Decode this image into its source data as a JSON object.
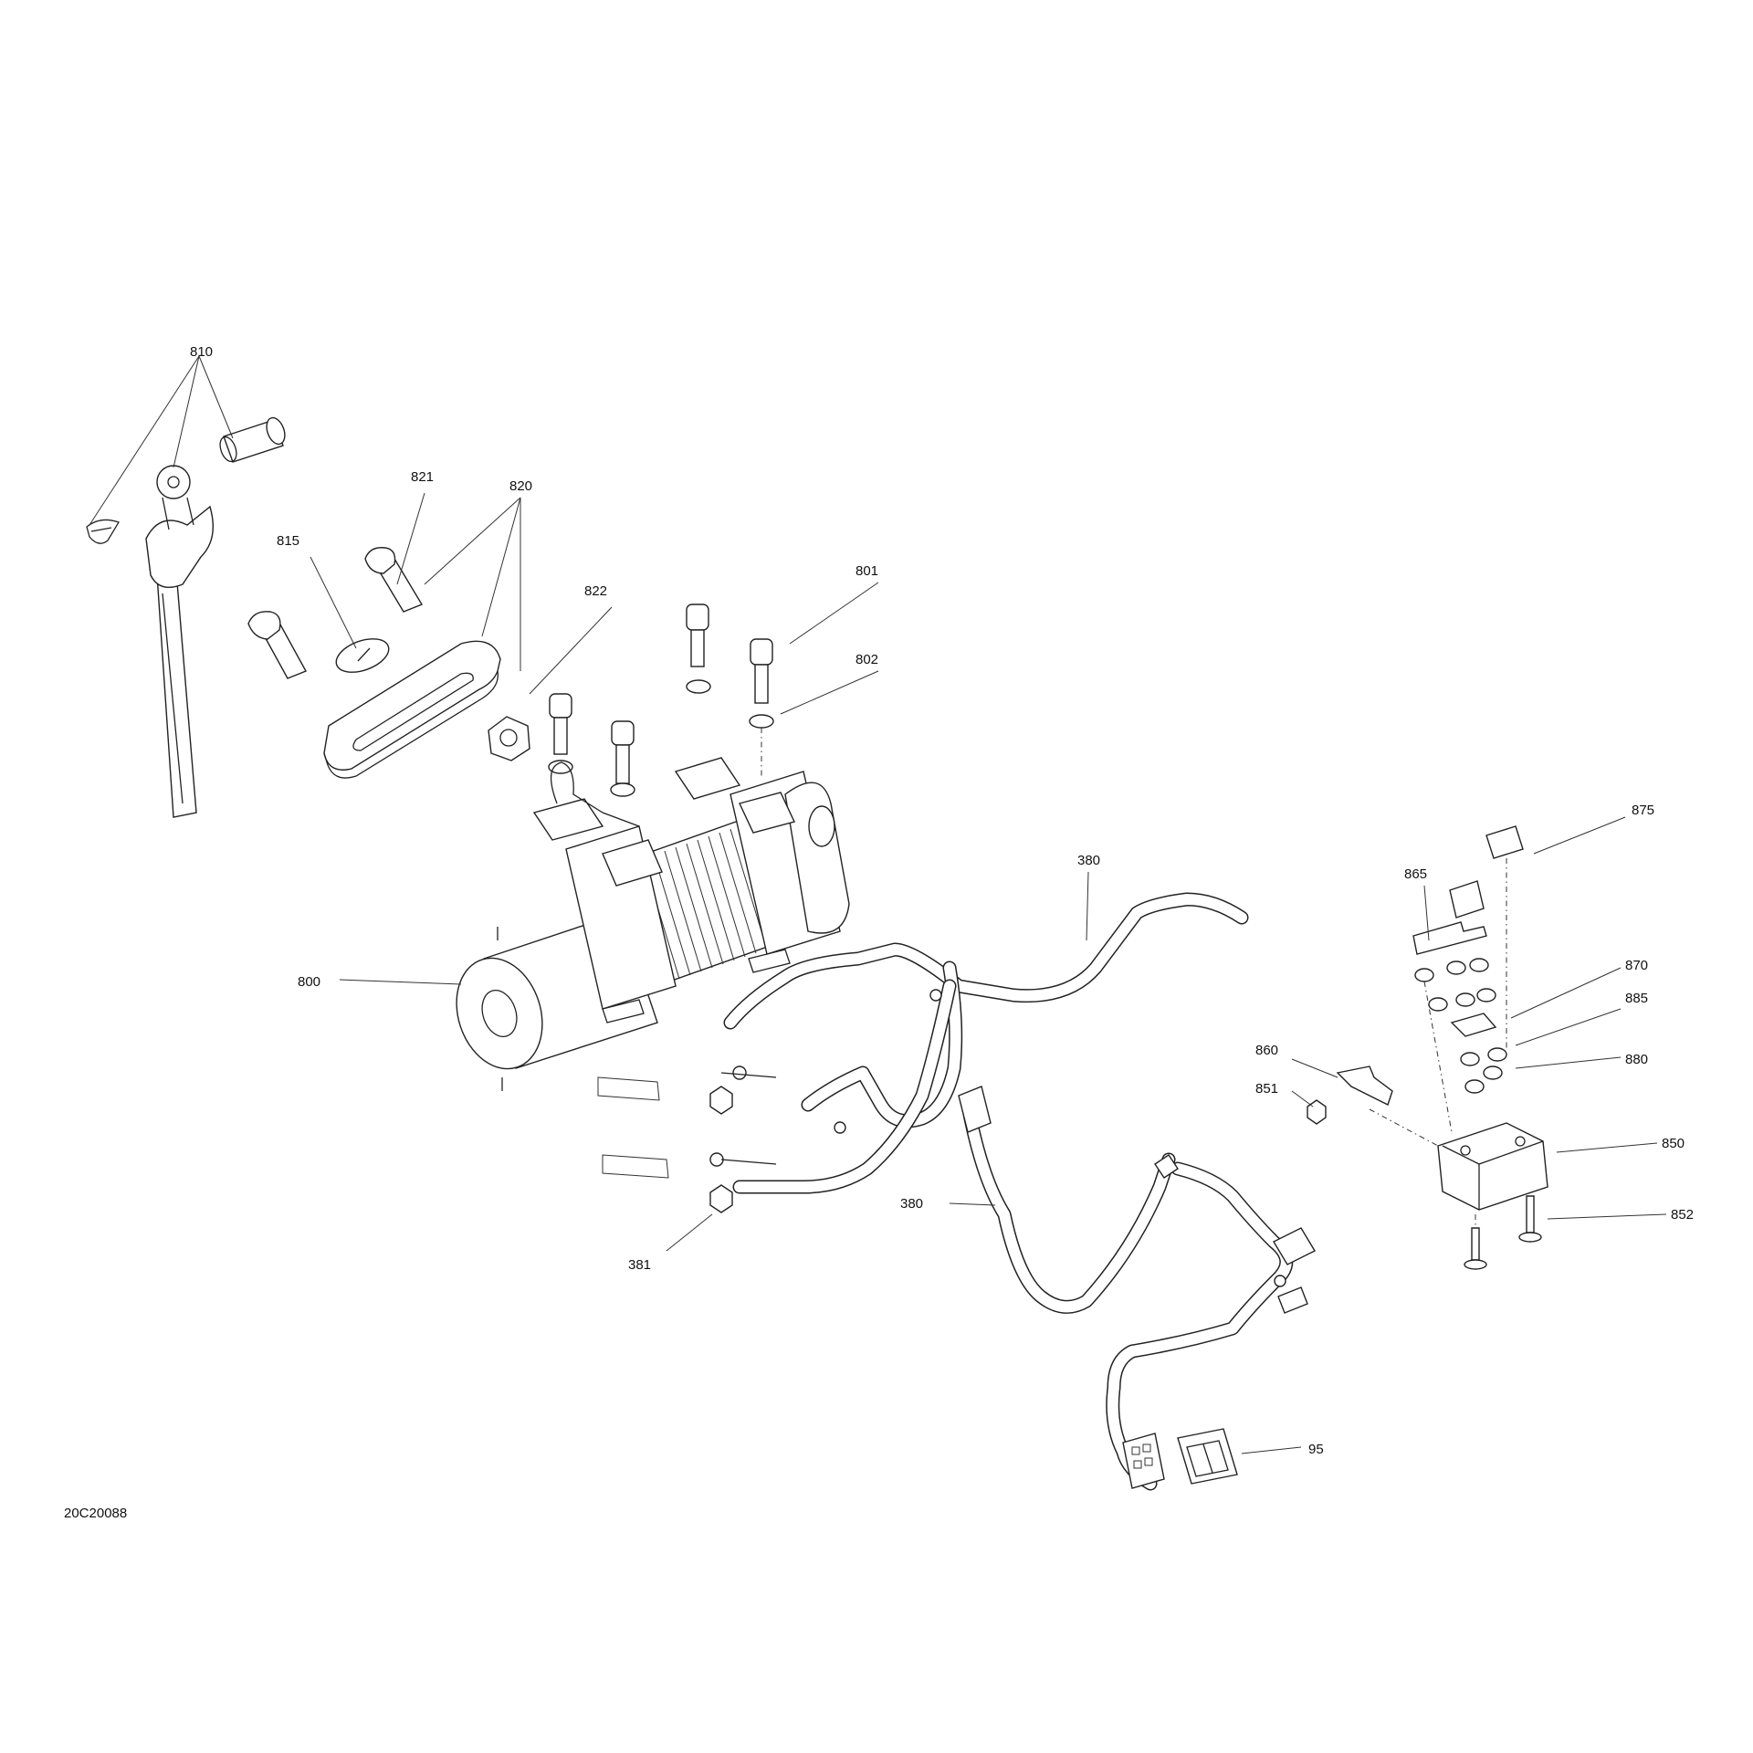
{
  "figure_id": "20C20088",
  "callouts": [
    {
      "id": "c810",
      "text": "810"
    },
    {
      "id": "c821",
      "text": "821"
    },
    {
      "id": "c820",
      "text": "820"
    },
    {
      "id": "c815",
      "text": "815"
    },
    {
      "id": "c822",
      "text": "822"
    },
    {
      "id": "c801",
      "text": "801"
    },
    {
      "id": "c802",
      "text": "802"
    },
    {
      "id": "c800",
      "text": "800"
    },
    {
      "id": "c380a",
      "text": "380"
    },
    {
      "id": "c380b",
      "text": "380"
    },
    {
      "id": "c381",
      "text": "381"
    },
    {
      "id": "c875",
      "text": "875"
    },
    {
      "id": "c865",
      "text": "865"
    },
    {
      "id": "c870",
      "text": "870"
    },
    {
      "id": "c885",
      "text": "885"
    },
    {
      "id": "c880",
      "text": "880"
    },
    {
      "id": "c860",
      "text": "860"
    },
    {
      "id": "c851",
      "text": "851"
    },
    {
      "id": "c850",
      "text": "850"
    },
    {
      "id": "c852",
      "text": "852"
    },
    {
      "id": "c95",
      "text": "95"
    }
  ]
}
